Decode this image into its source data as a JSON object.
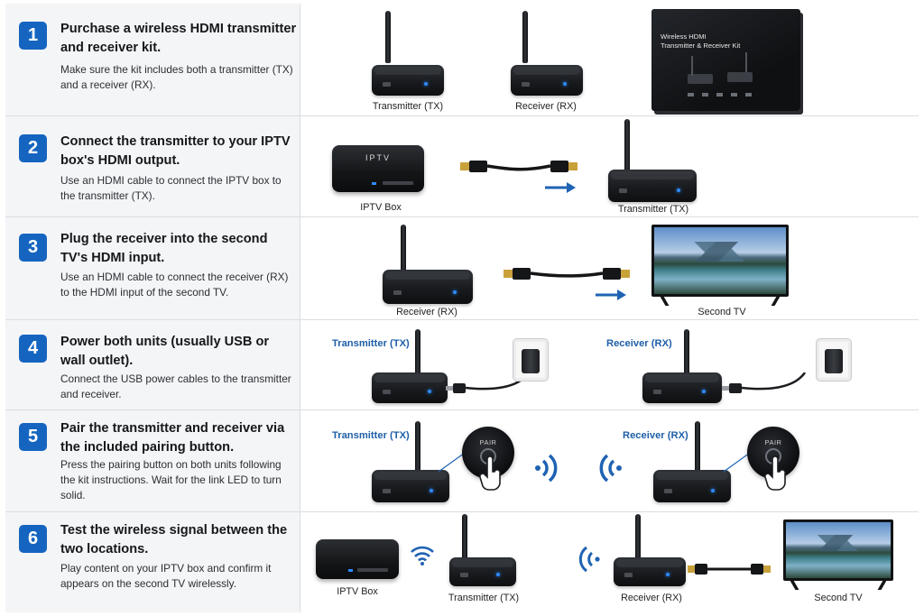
{
  "steps": [
    {
      "number": "1",
      "title": "Purchase a wireless HDMI transmitter and receiver kit.",
      "description": "Make sure the kit includes both a transmitter (TX) and a receiver (RX).",
      "captions": {
        "transmitter": "Transmitter (TX)",
        "receiver": "Receiver (RX)"
      },
      "kit_box": {
        "line1": "Wireless HDMI",
        "line2": "Transmitter & Receiver Kit"
      }
    },
    {
      "number": "2",
      "title": "Connect the transmitter to your IPTV box's HDMI output.",
      "description": "Use an HDMI cable to connect the IPTV box to the transmitter (TX).",
      "captions": {
        "iptv": "IPTV Box",
        "transmitter": "Transmitter (TX)"
      },
      "iptv_label": "IPTV"
    },
    {
      "number": "3",
      "title": "Plug the receiver into the second TV's HDMI input.",
      "description": "Use an HDMI cable to connect the receiver (RX) to the HDMI input of the second TV.",
      "captions": {
        "receiver": "Receiver (RX)",
        "tv": "Second TV"
      }
    },
    {
      "number": "4",
      "title": "Power both units (usually USB or wall outlet).",
      "description": "Connect the USB power cables to the transmitter and receiver.",
      "labels": {
        "transmitter": "Transmitter (TX)",
        "receiver": "Receiver (RX)"
      }
    },
    {
      "number": "5",
      "title": "Pair the transmitter and receiver via the included pairing button.",
      "description": "Press the pairing button on both units following the kit instructions. Wait for the link LED to turn solid.",
      "labels": {
        "transmitter": "Transmitter (TX)",
        "receiver": "Receiver (RX)"
      },
      "pair_label": "PAIR"
    },
    {
      "number": "6",
      "title": "Test the wireless signal between the two locations.",
      "description": "Play content on your IPTV box and confirm it appears on the second TV wirelessly.",
      "captions": {
        "iptv": "IPTV Box",
        "transmitter": "Transmitter (TX)",
        "receiver": "Receiver (RX)",
        "tv": "Second TV"
      }
    }
  ],
  "colors": {
    "accent": "#1565c0",
    "panel": "#f4f5f7",
    "label_blue": "#1f5fa8",
    "led": "#2e8bff"
  },
  "icons": [
    "antenna-device-icon",
    "iptv-box-icon",
    "hdmi-cable-icon",
    "tv-icon",
    "wall-outlet-icon",
    "pair-button-icon",
    "hand-pointer-icon",
    "wireless-signal-icon",
    "arrow-right-icon"
  ]
}
